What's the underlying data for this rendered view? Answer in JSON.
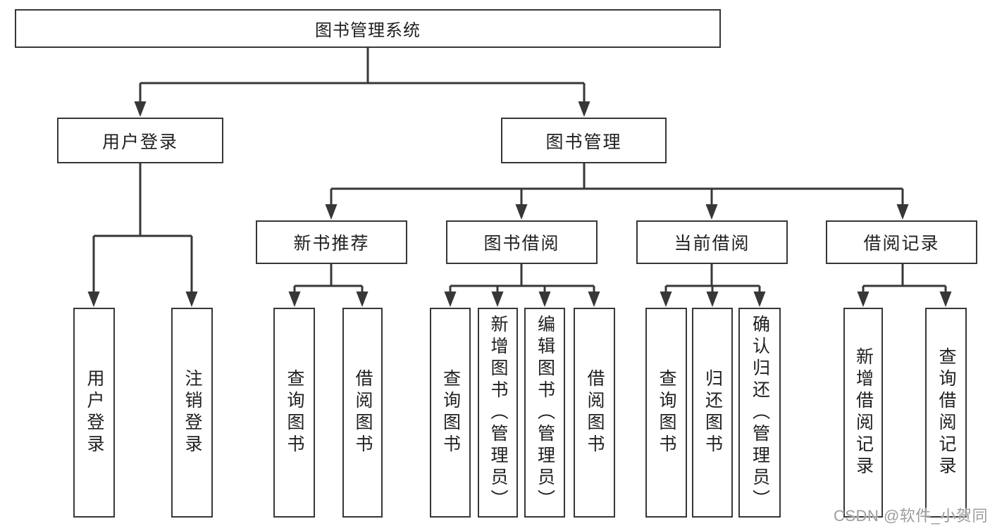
{
  "tree": {
    "root": "图书管理系统",
    "branches": [
      {
        "label": "用户登录",
        "children": [
          "用户登录",
          "注销登录"
        ]
      },
      {
        "label": "图书管理",
        "groups": [
          {
            "label": "新书推荐",
            "children": [
              "查询图书",
              "借阅图书"
            ]
          },
          {
            "label": "图书借阅",
            "children": [
              "查询图书",
              "新增图书（管理员）",
              "编辑图书（管理员）",
              "借阅图书"
            ]
          },
          {
            "label": "当前借阅",
            "children": [
              "查询图书",
              "归还图书",
              "确认归还（管理员）"
            ]
          },
          {
            "label": "借阅记录",
            "children": [
              "新增借阅记录",
              "查询借阅记录"
            ]
          }
        ]
      }
    ]
  },
  "watermark": "CSDN @软件_小贺同学",
  "colors": {
    "line": "#373737",
    "text": "#1f1f1f",
    "watermark_text": "#9d9d9d",
    "background": "#ffffff"
  }
}
